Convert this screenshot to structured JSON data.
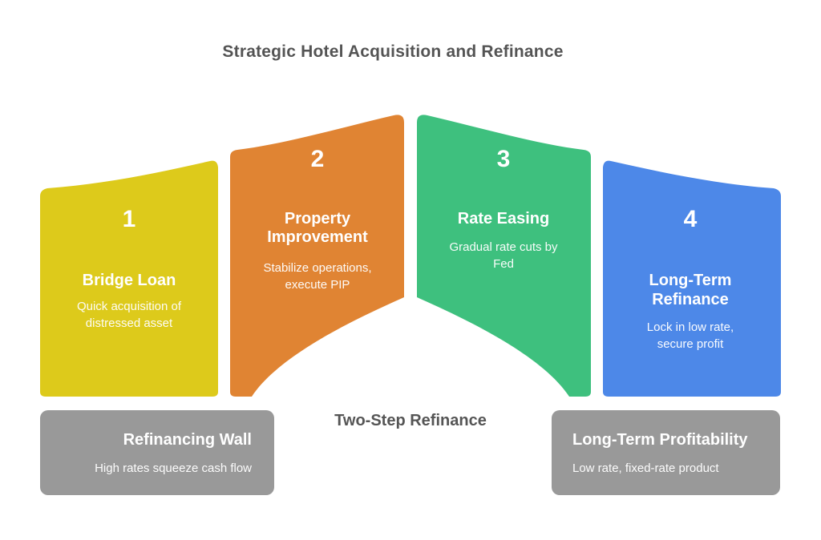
{
  "title": "Strategic Hotel Acquisition and Refinance",
  "center_label": "Two-Step Refinance",
  "steps": [
    {
      "number": "1",
      "title_lines": [
        "Bridge Loan"
      ],
      "desc_lines": [
        "Quick acquisition of",
        "distressed asset"
      ],
      "color": "#ddca1b"
    },
    {
      "number": "2",
      "title_lines": [
        "Property",
        "Improvement"
      ],
      "desc_lines": [
        "Stabilize operations,",
        "execute PIP"
      ],
      "color": "#e08433"
    },
    {
      "number": "3",
      "title_lines": [
        "Rate Easing"
      ],
      "desc_lines": [
        "Gradual rate cuts by",
        "Fed"
      ],
      "color": "#3ec07e"
    },
    {
      "number": "4",
      "title_lines": [
        "Long-Term",
        "Refinance"
      ],
      "desc_lines": [
        "Lock in low rate,",
        "secure profit"
      ],
      "color": "#4d88e8"
    }
  ],
  "callouts": [
    {
      "title": "Refinancing Wall",
      "desc": "High rates squeeze cash flow"
    },
    {
      "title": "Long-Term Profitability",
      "desc": "Low rate, fixed-rate product"
    }
  ],
  "colors": {
    "step1": "#ddca1b",
    "step2": "#e08433",
    "step3": "#3ec07e",
    "step4": "#4d88e8",
    "callout_bg": "#999999",
    "heading_text": "#545454",
    "background": "#ffffff"
  }
}
